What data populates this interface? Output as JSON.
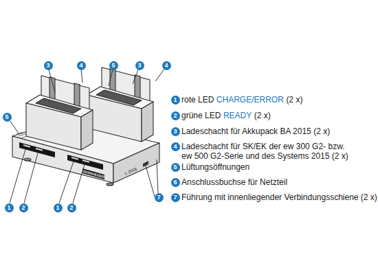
{
  "diagram": {
    "labels": [
      "3",
      "4",
      "5",
      "3",
      "4",
      "5",
      "1",
      "2",
      "1",
      "2",
      "7",
      "SENNHEISER",
      "L 2015",
      "1",
      "rote LED",
      "CHARGE/ERROR",
      "(2 x)",
      "2",
      "grüne LED",
      "READY",
      "(2 x)",
      "3",
      "Ladeschacht für Akkupack BA 2015 (2 x)",
      "4",
      "Ladeschacht für SK/EK der ew 300 G2- bzw. ew 500 G2-Serie und des Systems 2015 (2 x)",
      "5",
      "Lüftungsöffnungen",
      "6",
      "Anschlussbuchse für Netzteil",
      "7",
      "Führung mit innenliegender Verbindungsschiene (2 x)"
    ]
  }
}
